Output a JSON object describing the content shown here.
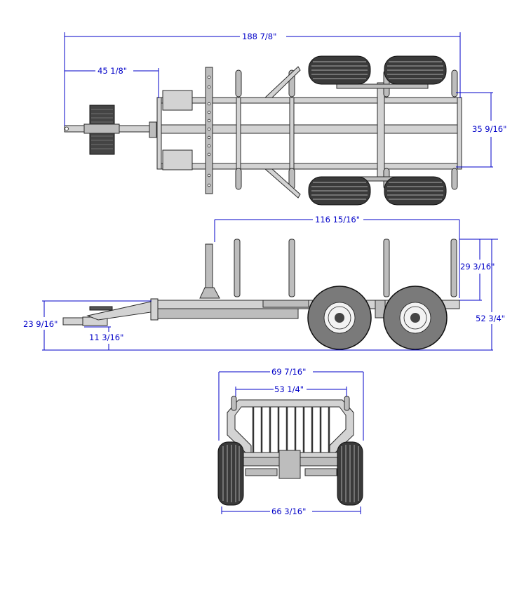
{
  "drawing": {
    "subject": "Log trailer dimensional drawing",
    "units": "inches",
    "views": {
      "top": {
        "name": "Top view",
        "dimensions": {
          "overall_length": "188 7/8\"",
          "hitch_to_frame": "45 1/8\"",
          "frame_width": "35 9/16\""
        }
      },
      "side": {
        "name": "Side view",
        "dimensions": {
          "bunk_span_length": "116 15/16\"",
          "stake_height": "29 3/16\"",
          "overall_height": "52 3/4\"",
          "hitch_height_top": "23 9/16\"",
          "hitch_height_bottom": "11 3/16\""
        }
      },
      "rear": {
        "name": "Rear view",
        "dimensions": {
          "overall_width": "69 7/16\"",
          "bunk_width": "53 1/4\"",
          "track_width": "66 3/16\""
        }
      }
    },
    "colors": {
      "dimension_line": "#0000c8",
      "frame": "#d3d3d3",
      "tire": "#3a3a3a"
    }
  }
}
